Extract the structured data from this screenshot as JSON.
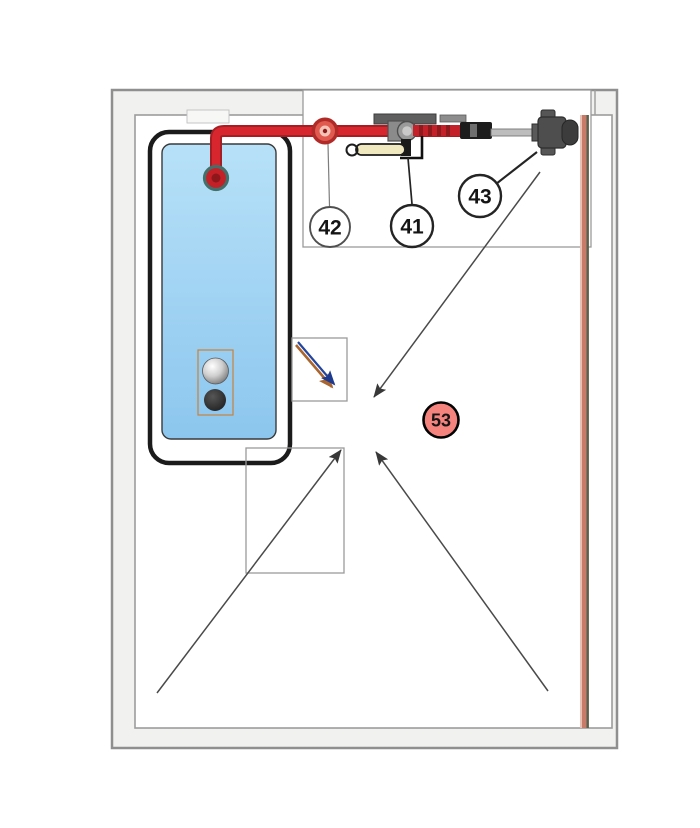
{
  "diagram": {
    "type": "installation-schematic",
    "description": "Water tank and valve assembly plan view with numbered callouts",
    "callouts": [
      {
        "label": "42",
        "style": "plain"
      },
      {
        "label": "41",
        "style": "plain"
      },
      {
        "label": "43",
        "style": "plain"
      },
      {
        "label": "53",
        "style": "highlighted"
      }
    ],
    "colors": {
      "pipe_red": "#d7262e",
      "pipe_red_dark": "#a51e24",
      "tank_blue_light": "#b7e1f8",
      "tank_blue": "#8cc6ee",
      "callout_pink": "#f4837e",
      "copper": "#c97b69",
      "copper_light": "#e9c0b4",
      "copper_shadow": "#58604e",
      "arrow_gray": "#4a4a4a",
      "arrow_navy": "#23459e",
      "arrow_brown": "#a9652f",
      "frame_gray": "#8f8f8f",
      "lever_ivory": "#f0e9c0"
    }
  }
}
